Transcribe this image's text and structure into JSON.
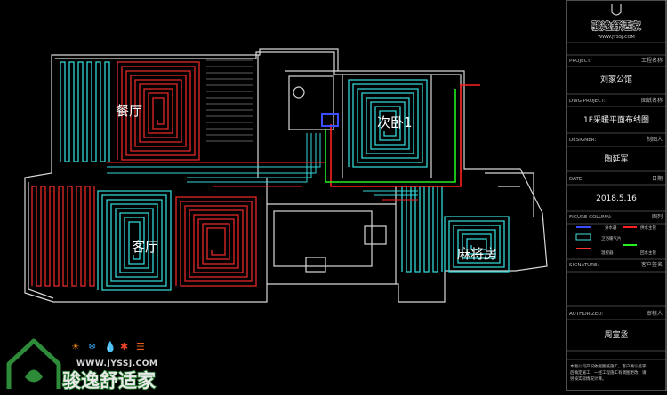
{
  "drawing": {
    "rooms": {
      "dining": "餐厅",
      "living": "客厅",
      "bedroom2": "次卧1",
      "mahjong": "麻将房"
    }
  },
  "title_block": {
    "brand_name": "骏逸舒适家",
    "brand_url": "WWW.JYSSJ.COM",
    "project_key": "PROJECT:",
    "project_key_cn": "工程名称",
    "project_value": "刘家公馆",
    "dwg_key": "DWG PROJECT:",
    "dwg_key_cn": "图纸名称",
    "dwg_value": "1F采暖平面布线图",
    "designer_key": "DESIGNER:",
    "designer_key_cn": "制图人",
    "designer_value": "陶延军",
    "date_key": "DATE:",
    "date_key_cn": "日期",
    "date_value": "2018.5.16",
    "figure_key": "FIGURE COLUMN:",
    "figure_key_cn": "图列",
    "legend": [
      {
        "label": "分水器",
        "color": "#3b4dff"
      },
      {
        "label": "供水主管",
        "color": "#ff2222"
      },
      {
        "label": "卫浴暖气片",
        "color": "#40e0e0"
      },
      {
        "label": "回水主管",
        "color": "#22ee22"
      },
      {
        "label": "温控器",
        "color": "#ff3333"
      }
    ],
    "signature_key": "SIGNATURE:",
    "signature_key_cn": "客户签名",
    "authorized_key": "AUTHORIZED:",
    "authorized_key_cn": "审核人",
    "authorized_value": "周宣丞",
    "note": "本图公司产权依据图纸施工。客户确认签字后确定施工，一经工程施工有调图更改，请另按实际情况计算。"
  },
  "watermark": {
    "url": "WWW.JYSSJ.COM",
    "name": "骏逸舒适家"
  },
  "colors": {
    "background": "#000000",
    "wall": "#ffffff",
    "supply": "#ff2020",
    "return": "#22ee22",
    "coil_red": "#e8282a",
    "coil_cyan": "#33d6d6",
    "manifold": "#3b4dff",
    "frame": "#bdbdbd"
  }
}
